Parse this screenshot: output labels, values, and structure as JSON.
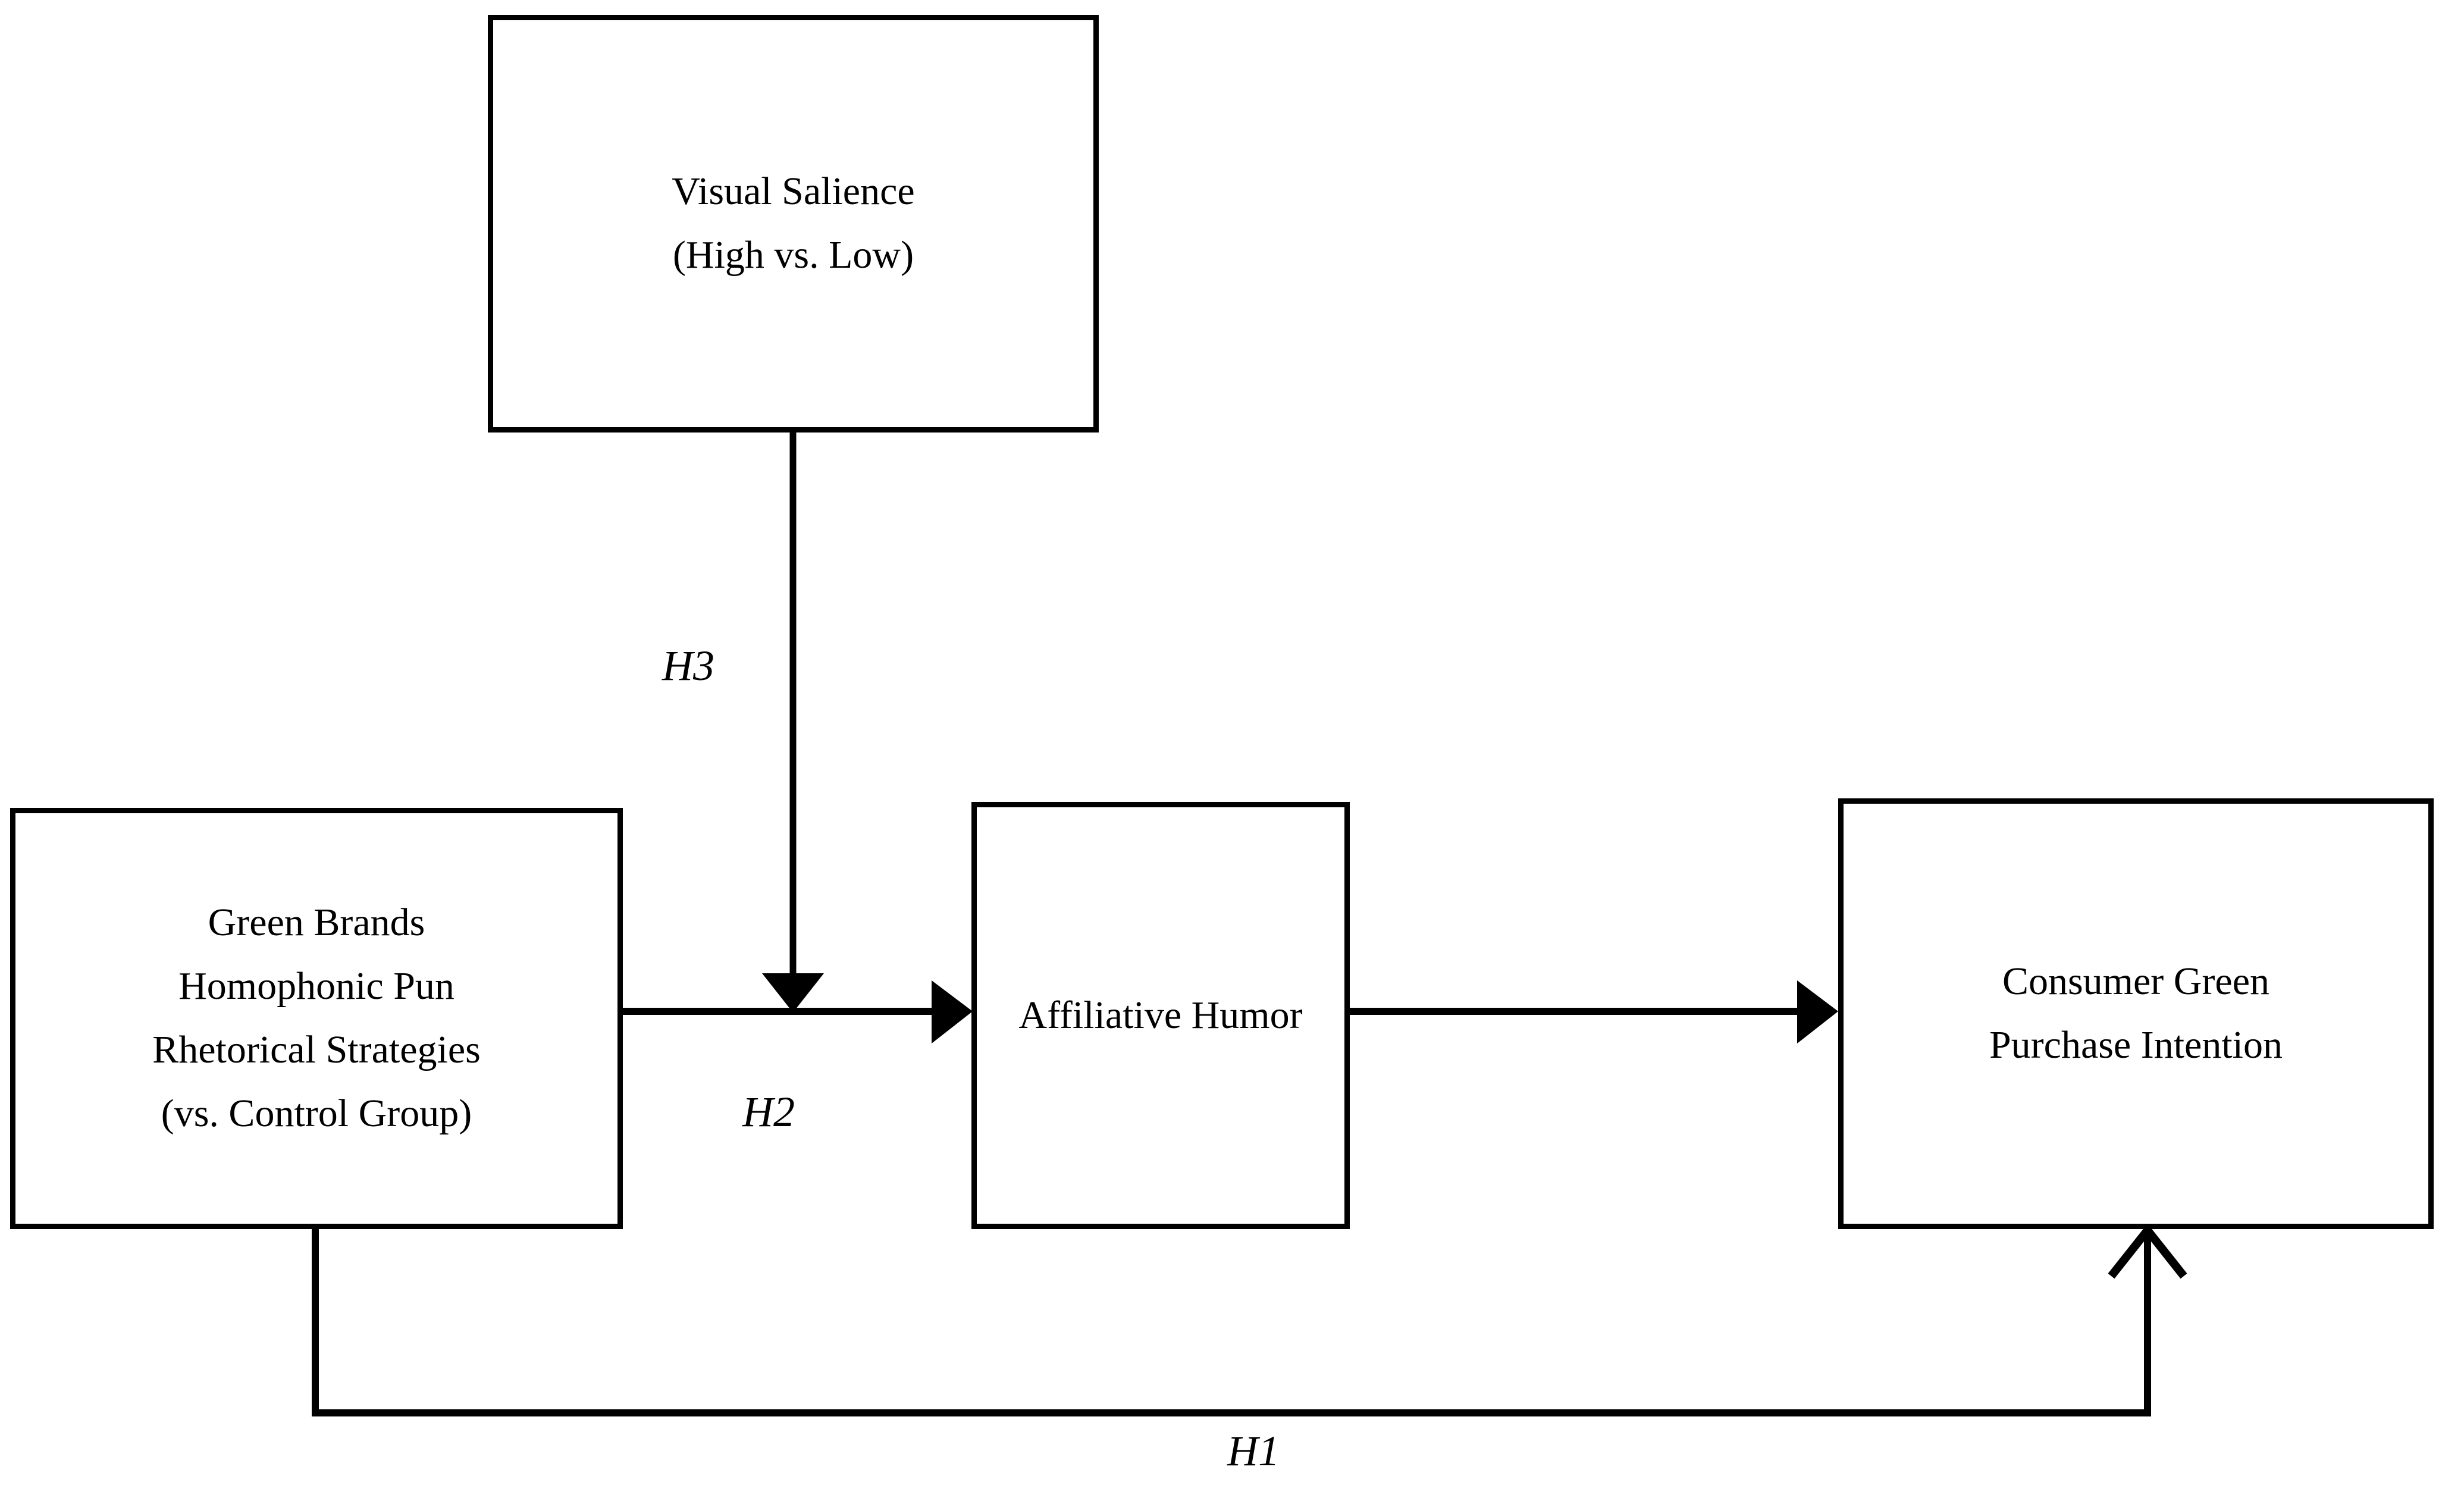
{
  "diagram": {
    "type": "conceptual-research-model",
    "background_color": "#ffffff",
    "stroke_color": "#000000",
    "nodes": [
      {
        "id": "moderator",
        "role": "moderator",
        "lines": [
          "Visual Salience",
          "(High vs. Low)"
        ],
        "line1": "Visual Salience",
        "line2": "(High vs. Low)"
      },
      {
        "id": "independent-variable",
        "role": "independent-variable",
        "lines": [
          "Green Brands",
          "Homophonic Pun",
          "Rhetorical Strategies",
          "(vs. Control Group)"
        ],
        "line1": "Green Brands",
        "line2": "Homophonic Pun",
        "line3": "Rhetorical Strategies",
        "line4": "(vs. Control Group)"
      },
      {
        "id": "mediator",
        "role": "mediator",
        "lines": [
          "Affiliative Humor"
        ],
        "line1": "Affiliative Humor"
      },
      {
        "id": "dependent-variable",
        "role": "dependent-variable",
        "lines": [
          "Consumer Green",
          "Purchase Intention"
        ],
        "line1": "Consumer Green",
        "line2": "Purchase Intention"
      }
    ],
    "edges": [
      {
        "id": "h1",
        "label": "H1",
        "from": "independent-variable",
        "to": "dependent-variable",
        "style": "elbow-below",
        "arrowhead": "open-v"
      },
      {
        "id": "h2",
        "label": "H2",
        "from": "independent-variable",
        "to": "mediator",
        "style": "straight-horizontal",
        "arrowhead": "filled-triangle"
      },
      {
        "id": "h2b",
        "label": "",
        "from": "mediator",
        "to": "dependent-variable",
        "style": "straight-horizontal",
        "arrowhead": "filled-triangle"
      },
      {
        "id": "h3",
        "label": "H3",
        "from": "moderator",
        "to": "h2-path",
        "style": "straight-vertical",
        "arrowhead": "filled-triangle"
      }
    ],
    "labels": {
      "h1": "H1",
      "h2": "H2",
      "h3": "H3"
    }
  }
}
